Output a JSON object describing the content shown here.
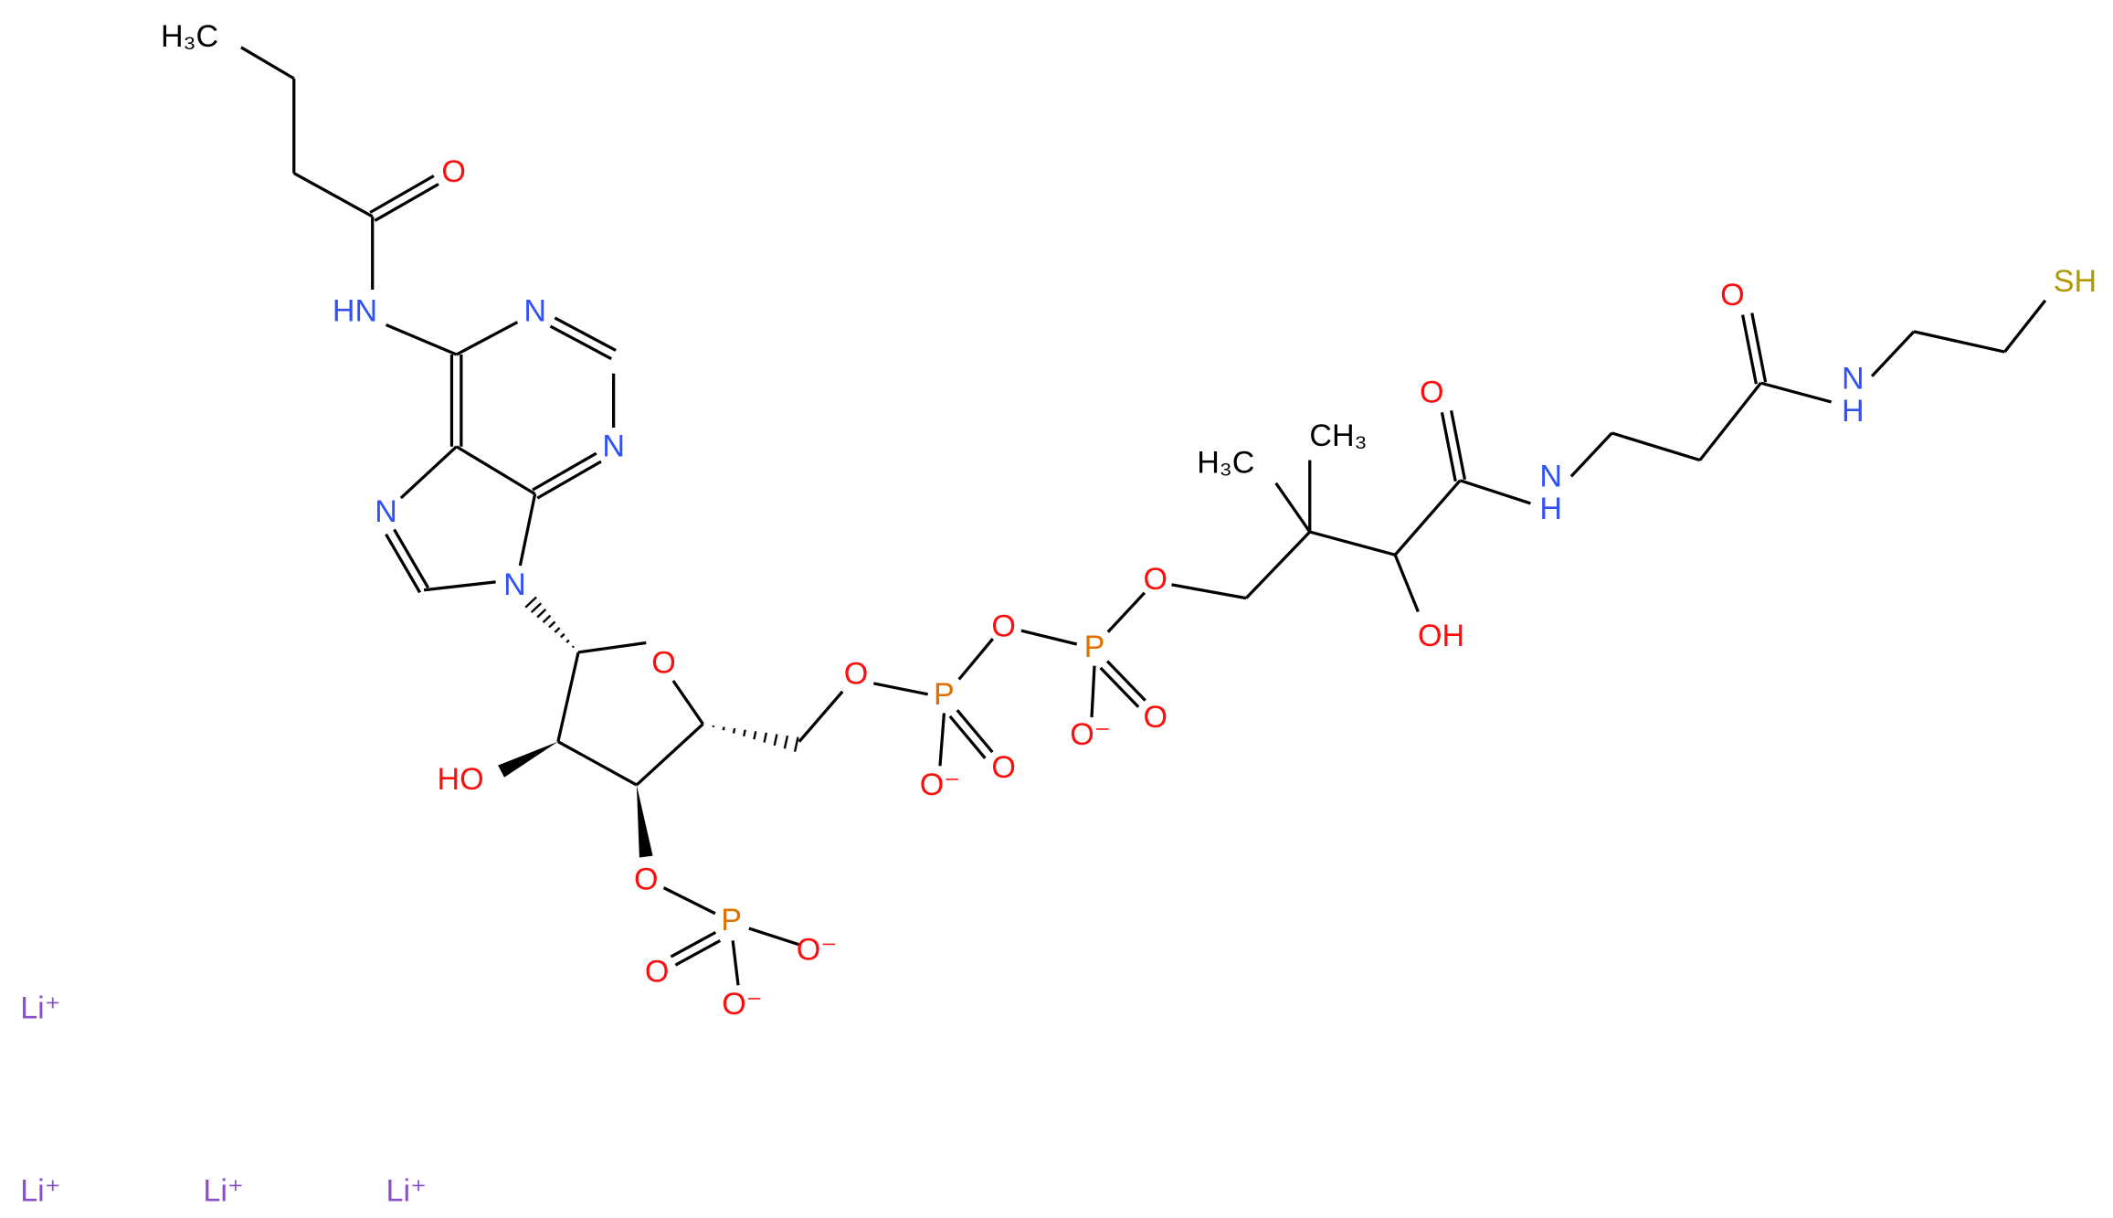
{
  "colors": {
    "bond": "#000000",
    "O": "#ff0d0d",
    "N": "#3050f8",
    "P": "#e07000",
    "S": "#b09800",
    "Li": "#8a4fc8",
    "C": "#000000"
  },
  "atoms": {
    "ch3_butyryl": "H₃C",
    "o_butyryl": "O",
    "nh_amide": "HN",
    "n1": "N",
    "n3": "N",
    "n7": "N",
    "n9": "N",
    "o4": "O",
    "ho2": "HO",
    "o3": "O",
    "p3": "P",
    "p3_o_minus1": "O⁻",
    "p3_o_double": "O",
    "p3_o_minus2": "O⁻",
    "o5": "O",
    "pa": "P",
    "pa_o_minus": "O⁻",
    "pa_o_double": "O",
    "o_bridge": "O",
    "pb": "P",
    "pb_o_minus": "O⁻",
    "pb_o_double": "O",
    "o_pant": "O",
    "h3c_pant": "H₃C",
    "ch3_pant": "CH₃",
    "oh_pant": "OH",
    "o_amide1": "O",
    "nh_amide1": "N\nH",
    "o_amide2": "O",
    "nh_amide2": "N\nH",
    "sh": "SH",
    "li1": "Li⁺",
    "li2": "Li⁺",
    "li3": "Li⁺",
    "li4": "Li⁺"
  }
}
